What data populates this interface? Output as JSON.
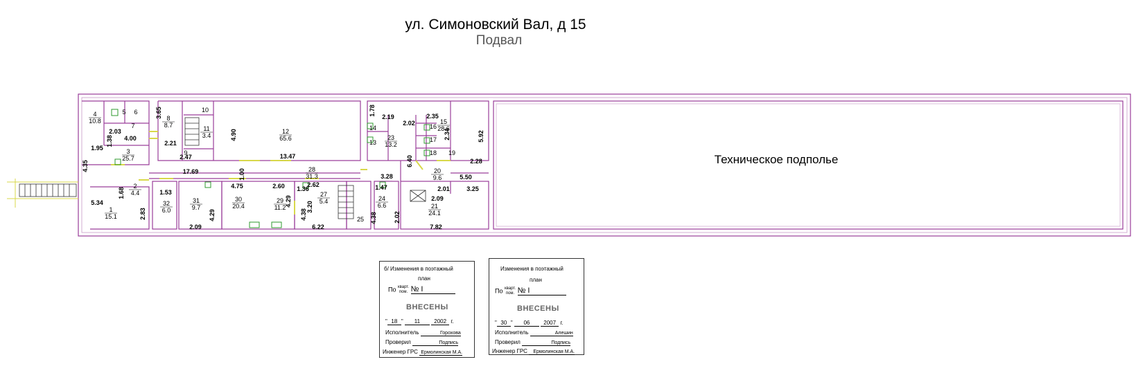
{
  "header": {
    "title": "ул. Симоновский Вал, д 15",
    "subtitle": "Подвал"
  },
  "plan": {
    "tech_label": "Техническое подполье",
    "rooms": [
      {
        "no": "1",
        "area": "15.1"
      },
      {
        "no": "2",
        "area": "4.4"
      },
      {
        "no": "3",
        "area": "25.7"
      },
      {
        "no": "4",
        "area": "10.8"
      },
      {
        "no": "5",
        "area": ""
      },
      {
        "no": "6",
        "area": ""
      },
      {
        "no": "7",
        "area": ""
      },
      {
        "no": "8",
        "area": "8.7"
      },
      {
        "no": "9",
        "area": ""
      },
      {
        "no": "10",
        "area": ""
      },
      {
        "no": "11",
        "area": "3.4"
      },
      {
        "no": "12",
        "area": "65.6"
      },
      {
        "no": "13",
        "area": ""
      },
      {
        "no": "14",
        "area": ""
      },
      {
        "no": "15",
        "area": "28.6"
      },
      {
        "no": "16",
        "area": ""
      },
      {
        "no": "17",
        "area": ""
      },
      {
        "no": "18",
        "area": ""
      },
      {
        "no": "19",
        "area": ""
      },
      {
        "no": "20",
        "area": "9.6"
      },
      {
        "no": "21",
        "area": "24.1"
      },
      {
        "no": "23",
        "area": "13.2"
      },
      {
        "no": "24",
        "area": "6.6"
      },
      {
        "no": "25",
        "area": ""
      },
      {
        "no": "27",
        "area": "5.4"
      },
      {
        "no": "28",
        "area": "31.3"
      },
      {
        "no": "29",
        "area": "11.2"
      },
      {
        "no": "30",
        "area": "20.4"
      },
      {
        "no": "31",
        "area": "9.7"
      },
      {
        "no": "32",
        "area": "6.0"
      }
    ],
    "dims": [
      "3.65",
      "2.03",
      "1.38",
      "4.00",
      "1.95",
      "2.21",
      "2.47",
      "4.90",
      "13.47",
      "4.35",
      "17.69",
      "1.00",
      "1.68",
      "1.53",
      "5.34",
      "2.83",
      "4.75",
      "2.60",
      "1.36",
      "2.62",
      "4.29",
      "4.29",
      "3.20",
      "4.38",
      "2.09",
      "6.22",
      "1.78",
      "2.19",
      "2.02",
      "2.35",
      "2.34",
      "5.92",
      "6.40",
      "2.28",
      "3.28",
      "1.47",
      "2.01",
      "5.50",
      "3.25",
      "2.09",
      "4.38",
      "2.02",
      "7.82"
    ]
  },
  "stamps": [
    {
      "prefix": "б/",
      "heading": "Изменения в поэтажный",
      "plan_word": "план",
      "po": "По",
      "kvart": "кварт.",
      "pom": "пом.",
      "number": "№ I",
      "status": "ВНЕСЕНЫ",
      "day": "18",
      "month": "11",
      "year": "2002",
      "year_suffix": "г.",
      "executor_label": "Исполнитель",
      "executor": "Горохова",
      "checked_label": "Проверил",
      "checked": "Подпись",
      "engineer_label": "Инженер ГРС",
      "engineer": "Ермолинская М.А."
    },
    {
      "prefix": "",
      "heading": "Изменения в поэтажный",
      "plan_word": "план",
      "po": "По",
      "kvart": "кварт.",
      "pom": "пом.",
      "number": "№ I",
      "status": "ВНЕСЕНЫ",
      "day": "30",
      "month": "06",
      "year": "2007",
      "year_suffix": "г.",
      "executor_label": "Исполнитель",
      "executor": "Алешин",
      "checked_label": "Проверил",
      "checked": "Подпись",
      "engineer_label": "Инженер ГРС",
      "engineer": "Ермолинская М.А."
    }
  ],
  "colors": {
    "wall": "#9a3d9a",
    "wall_inner": "#8a5a8a",
    "door": "#d8d84a",
    "fixture": "#2e9a2e",
    "text": "#000000"
  }
}
